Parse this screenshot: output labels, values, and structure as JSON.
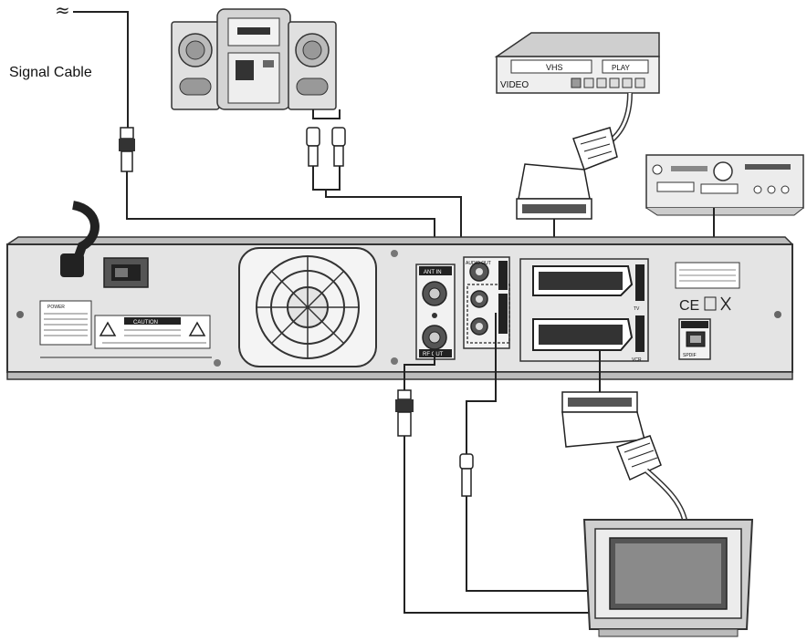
{
  "labels": {
    "signal_cable": "Signal Cable",
    "vcr_brand": "VHS",
    "vcr_play": "PLAY",
    "vcr_video": "VIDEO",
    "power": "POWER",
    "caution": "CAUTION",
    "ant_in": "ANT IN",
    "rf_out": "RF OUT",
    "audio_out": "AUDIO OUT",
    "tv_scart": "TV",
    "vcr_scart": "VCR",
    "spdif": "SPDIF",
    "ce": "CE"
  }
}
